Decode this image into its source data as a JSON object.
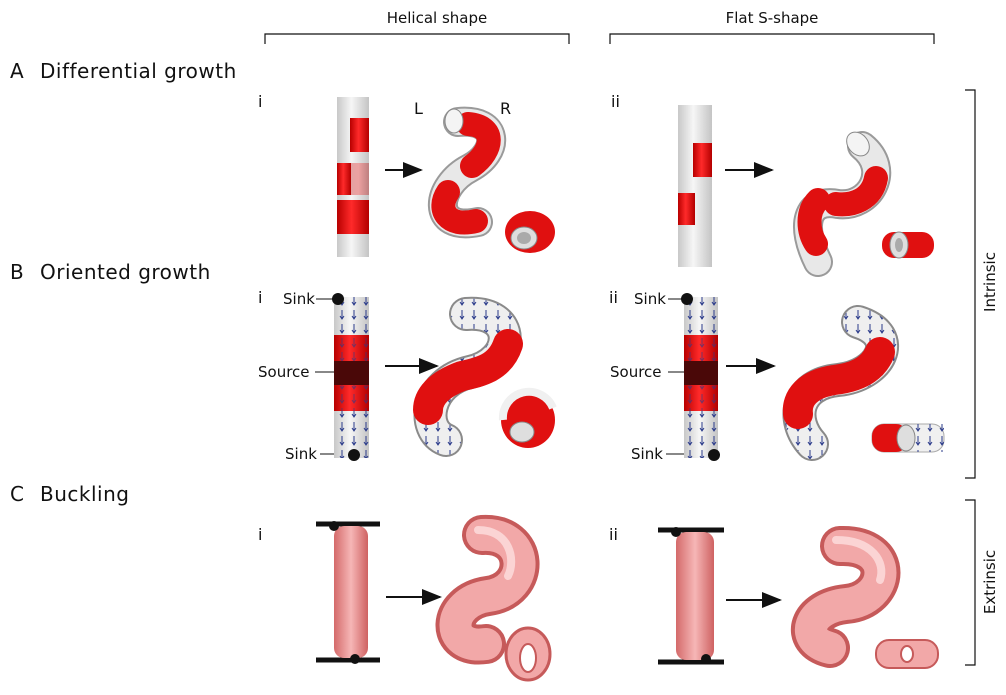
{
  "columns": {
    "left": "Helical shape",
    "right": "Flat S-shape"
  },
  "rows": {
    "a": {
      "letter": "A",
      "title": "Differential growth"
    },
    "b": {
      "letter": "B",
      "title": "Oriented growth"
    },
    "c": {
      "letter": "C",
      "title": "Buckling"
    }
  },
  "sub_labels": {
    "i": "i",
    "ii": "ii"
  },
  "side_labels": {
    "intrinsic": "Intrinsic",
    "extrinsic": "Extrinsic"
  },
  "orientation": {
    "left": "L",
    "right": "R"
  },
  "annotations": {
    "sink": "Sink",
    "source": "Source"
  },
  "colors": {
    "growth_red": "#e01010",
    "tube_gray": "#e2e2e2",
    "source_dark": "#4a0808",
    "buckle_pink": "#f0a4a4",
    "buckle_dark": "#d46a6a",
    "line": "#111111"
  }
}
